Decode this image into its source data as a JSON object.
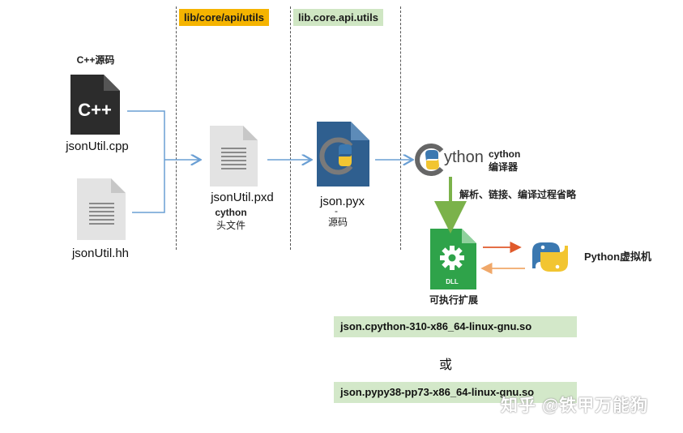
{
  "columns": {
    "pxd_path": "lib/core/api/utils",
    "pyx_module": "lib.core.api.utils"
  },
  "sources": {
    "cpp_caption": "C++源码",
    "cpp_icon_text": "C++",
    "cpp_file": "jsonUtil.cpp",
    "hh_file": "jsonUtil.hh"
  },
  "pxd": {
    "file": "jsonUtil.pxd",
    "caption_line1": "cython",
    "caption_line2": "头文件"
  },
  "pyx": {
    "file": "json.pyx",
    "caption_line1": "-",
    "caption_line2": "源码"
  },
  "compiler": {
    "logo_text": "ython",
    "label_line1": "cython",
    "label_line2": "编译器",
    "step_note": "解析、链接、编译过程省略"
  },
  "extension": {
    "icon_text": "DLL",
    "caption": "可执行扩展",
    "vm_label": "Python虚拟机"
  },
  "outputs": {
    "cpython_file": "json.cpython-310-x86_64-linux-gnu.so",
    "or_text": "或",
    "pypy_file": "json.pypy38-pp73-x86_64-linux-gnu.so"
  },
  "watermark": "知乎 @铁甲万能狗",
  "colors": {
    "arrow_blue": "#6a9fd4",
    "arrow_green": "#7bb24a",
    "arrow_red": "#e05a2b",
    "arrow_orange": "#f0a86a",
    "dll_green": "#2fa34a",
    "tag_yellow": "#f5b400",
    "tag_green": "#cfe6c3"
  }
}
